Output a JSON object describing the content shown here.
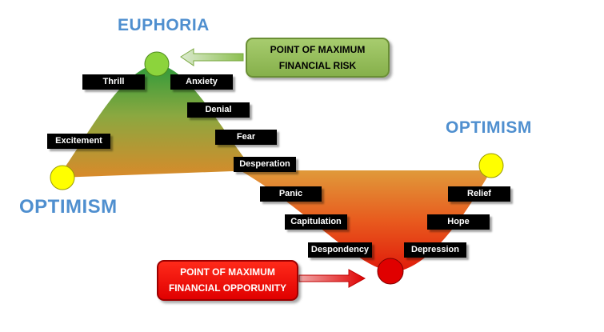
{
  "labels": {
    "euphoria": "EUPHORIA",
    "optimism_left": "OPTIMISM",
    "optimism_right": "OPTIMISM"
  },
  "callouts": {
    "risk": [
      "POINT OF MAXIMUM",
      "FINANCIAL RISK"
    ],
    "opportunity": [
      "POINT OF MAXIMUM",
      "FINANCIAL OPPORUNITY"
    ]
  },
  "emotions": {
    "thrill": "Thrill",
    "anxiety": "Anxiety",
    "denial": "Denial",
    "excitement": "Excitement",
    "fear": "Fear",
    "desperation": "Desperation",
    "panic": "Panic",
    "capitulation": "Capitulation",
    "despondency": "Despondency",
    "depression": "Depression",
    "hope": "Hope",
    "relief": "Relief"
  },
  "colors": {
    "peak_green": "#2e9a3a",
    "trough_red": "#e01a0a",
    "transition_orange": "#d98a2a",
    "risk_callout": "#98bf5c",
    "opportunity_callout": "#ff1a0a",
    "optimism_marker": "#ffff00",
    "euphoria_marker": "#8cd43c",
    "trough_marker": "#e00000",
    "label_blue": "#4f8fcf"
  }
}
